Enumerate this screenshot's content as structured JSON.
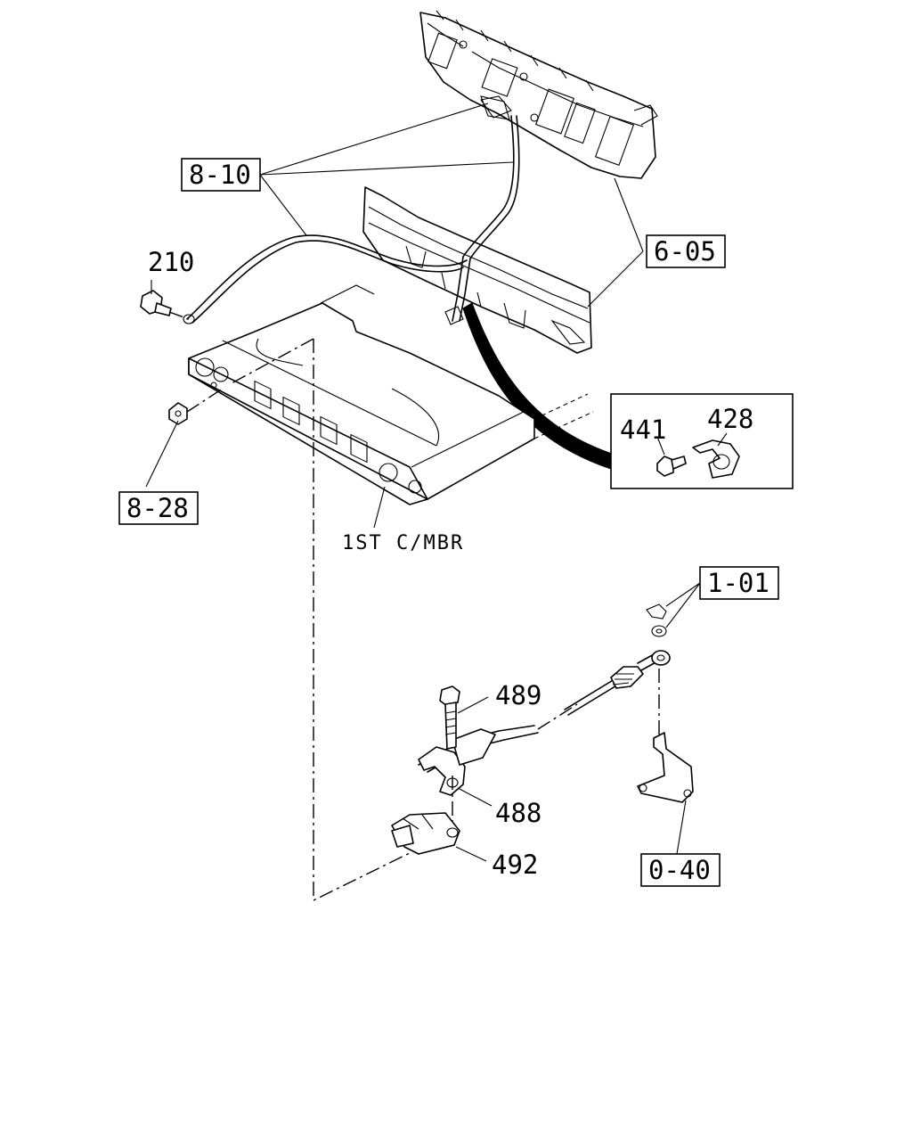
{
  "callouts": {
    "ref_8_10": "8-10",
    "ref_6_05": "6-05",
    "ref_8_28": "8-28",
    "ref_1_01": "1-01",
    "ref_0_40": "0-40"
  },
  "parts": {
    "p210": "210",
    "p441": "441",
    "p428": "428",
    "p489": "489",
    "p488": "488",
    "p492": "492"
  },
  "annotations": {
    "crossmember": "1ST C/MBR"
  }
}
